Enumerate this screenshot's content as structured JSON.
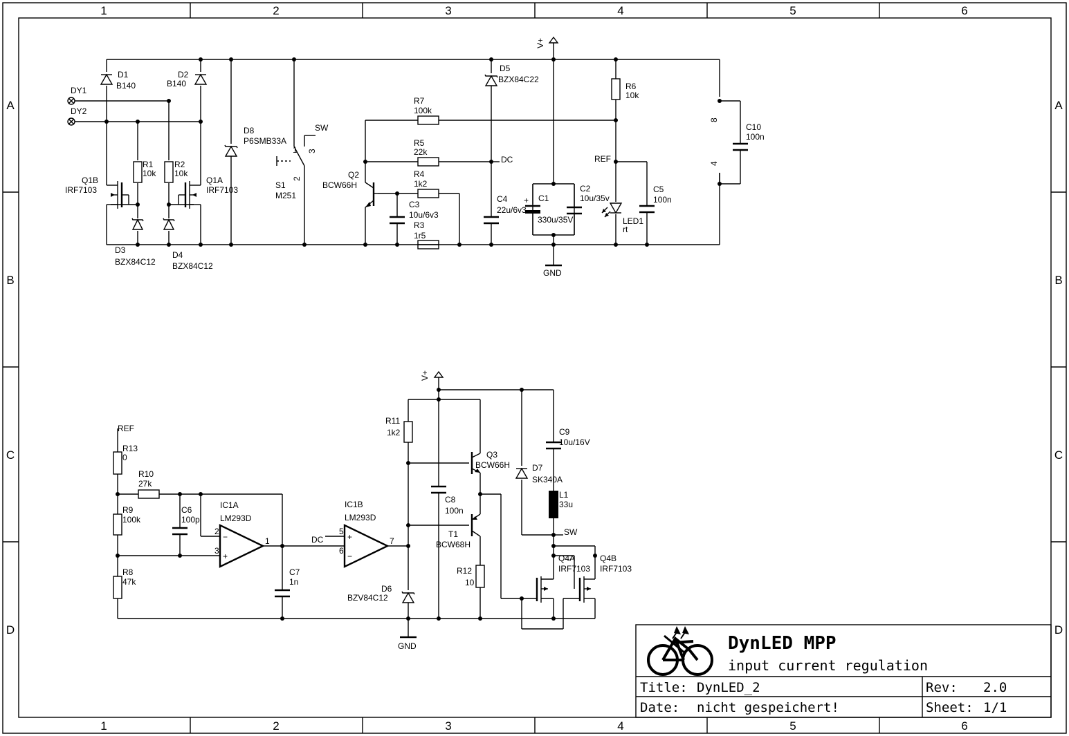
{
  "frame": {
    "columns": [
      "1",
      "2",
      "3",
      "4",
      "5",
      "6"
    ],
    "rows": [
      "A",
      "B",
      "C",
      "D"
    ]
  },
  "title_block": {
    "project": "DynLED MPP",
    "subtitle": "input current regulation",
    "title_label": "Title:",
    "title_value": "DynLED_2",
    "rev_label": "Rev:",
    "rev_value": "2.0",
    "date_label": "Date:",
    "date_value": "nicht gespeichert!",
    "sheet_label": "Sheet:",
    "sheet_value": "1/1"
  },
  "components": {
    "D1": {
      "ref": "D1",
      "value": "B140"
    },
    "D2": {
      "ref": "D2",
      "value": "B140"
    },
    "D3": {
      "ref": "D3",
      "value": "BZX84C12"
    },
    "D4": {
      "ref": "D4",
      "value": "BZX84C12"
    },
    "D5": {
      "ref": "D5",
      "value": "BZX84C22"
    },
    "D6": {
      "ref": "D6",
      "value": "BZV84C12"
    },
    "D7": {
      "ref": "D7",
      "value": "SK340A"
    },
    "D8": {
      "ref": "D8",
      "value": "P6SMB33A"
    },
    "DY1": {
      "ref": "DY1"
    },
    "DY2": {
      "ref": "DY2"
    },
    "Q1A": {
      "ref": "Q1A",
      "value": "IRF7103"
    },
    "Q1B": {
      "ref": "Q1B",
      "value": "IRF7103"
    },
    "Q2": {
      "ref": "Q2",
      "value": "BCW66H"
    },
    "Q3": {
      "ref": "Q3",
      "value": "BCW66H"
    },
    "Q4A": {
      "ref": "Q4A",
      "value": "IRF7103"
    },
    "Q4B": {
      "ref": "Q4B",
      "value": "IRF7103"
    },
    "T1": {
      "ref": "T1",
      "value": "BCW68H"
    },
    "R1": {
      "ref": "R1",
      "value": "10k"
    },
    "R2": {
      "ref": "R2",
      "value": "10k"
    },
    "R3": {
      "ref": "R3",
      "value": "1r5"
    },
    "R4": {
      "ref": "R4",
      "value": "1k2"
    },
    "R5": {
      "ref": "R5",
      "value": "22k"
    },
    "R6": {
      "ref": "R6",
      "value": "10k"
    },
    "R7": {
      "ref": "R7",
      "value": "100k"
    },
    "R8": {
      "ref": "R8",
      "value": "47k"
    },
    "R9": {
      "ref": "R9",
      "value": "100k"
    },
    "R10": {
      "ref": "R10",
      "value": "27k"
    },
    "R11": {
      "ref": "R11",
      "value": "1k2"
    },
    "R12": {
      "ref": "R12",
      "value": "10"
    },
    "R13": {
      "ref": "R13",
      "value": "0"
    },
    "C1": {
      "ref": "C1",
      "value": "330u/35V"
    },
    "C2": {
      "ref": "C2",
      "value": "10u/35v"
    },
    "C3": {
      "ref": "C3",
      "value": "10u/6v3"
    },
    "C4": {
      "ref": "C4",
      "value": "22u/6v3"
    },
    "C5": {
      "ref": "C5",
      "value": "100n"
    },
    "C6": {
      "ref": "C6",
      "value": "100p"
    },
    "C7": {
      "ref": "C7",
      "value": "1n"
    },
    "C8": {
      "ref": "C8",
      "value": "100n"
    },
    "C9": {
      "ref": "C9",
      "value": "10u/16V"
    },
    "C10": {
      "ref": "C10",
      "value": "100n"
    },
    "L1": {
      "ref": "L1",
      "value": "33u"
    },
    "S1": {
      "ref": "S1",
      "value": "M251"
    },
    "LED1": {
      "ref": "LED1",
      "value": "rt"
    },
    "IC1A": {
      "ref": "IC1A",
      "value": "LM293D"
    },
    "IC1B": {
      "ref": "IC1B",
      "value": "LM293D"
    }
  },
  "nets": {
    "vplus": "V+",
    "gnd": "GND",
    "dc": "DC",
    "ref": "REF",
    "sw": "SW"
  },
  "pins": {
    "s1_1": "1",
    "s1_2": "2",
    "s1_3": "3",
    "c10_8": "8",
    "c10_4": "4",
    "ic1a_in_minus": "2",
    "ic1a_in_plus": "3",
    "ic1a_out": "1",
    "ic1b_in_plus": "5",
    "ic1b_in_minus": "6",
    "ic1b_out": "7",
    "op_plus": "+",
    "op_minus": "−"
  }
}
